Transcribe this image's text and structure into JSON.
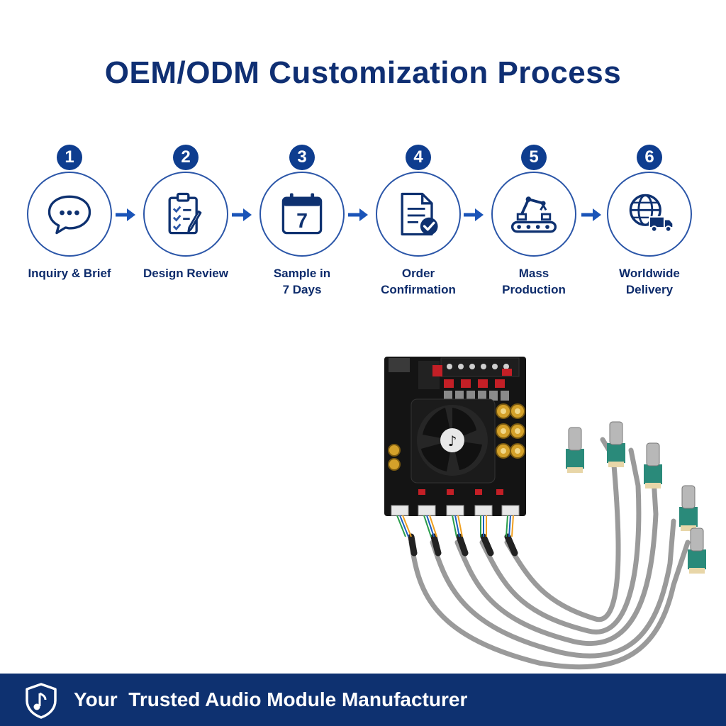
{
  "title": "OEM/ODM Customization Process",
  "steps": [
    {
      "number": "1",
      "label_lines": [
        "Inquiry & Brief",
        ""
      ],
      "icon": "chat-bubble-icon"
    },
    {
      "number": "2",
      "label_lines": [
        "Design Review",
        ""
      ],
      "icon": "checklist-clipboard-icon"
    },
    {
      "number": "3",
      "label_lines": [
        "Sample in",
        "7 Days"
      ],
      "icon": "calendar-icon",
      "calendar_day": "7"
    },
    {
      "number": "4",
      "label_lines": [
        "Order",
        "Confirmation"
      ],
      "icon": "document-check-icon"
    },
    {
      "number": "5",
      "label_lines": [
        "Mass",
        "Production"
      ],
      "icon": "robot-arm-conveyor-icon"
    },
    {
      "number": "6",
      "label_lines": [
        "Worldwide",
        "Delivery"
      ],
      "icon": "globe-truck-icon"
    }
  ],
  "footer": {
    "text": "Your  Trusted Audio Module Manufacturer",
    "icon": "shield-music-note-icon"
  },
  "colors": {
    "primary": "#0e3170",
    "accent": "#2b56a8",
    "badge": "#0e3d8f",
    "text": "#0d2b6b"
  }
}
